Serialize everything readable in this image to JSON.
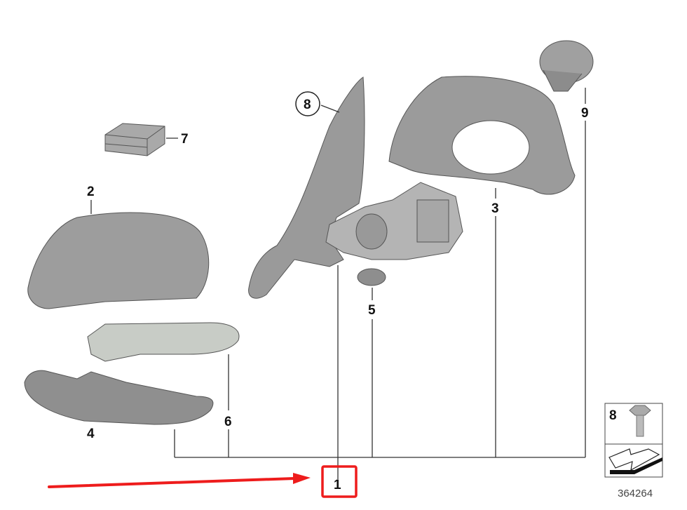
{
  "diagram": {
    "callouts": {
      "p1": "1",
      "p2": "2",
      "p3": "3",
      "p4": "4",
      "p5": "5",
      "p6": "6",
      "p7": "7",
      "p8": "8",
      "p9": "9"
    },
    "legend": {
      "part_number": "8"
    },
    "reference_number": "364264",
    "highlight_color": "#ee1c1c",
    "part_color": "#9a9a9a"
  }
}
